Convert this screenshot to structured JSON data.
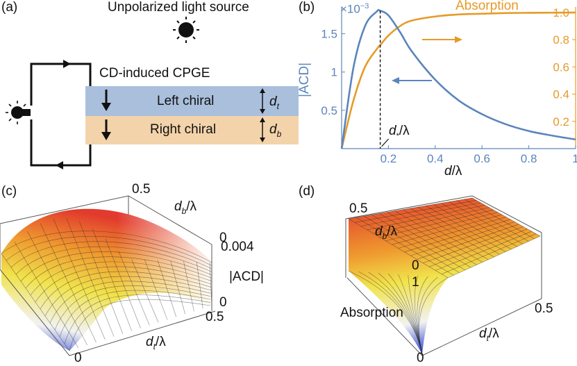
{
  "panels": {
    "a": {
      "tag": "(a)",
      "light_source": "Unpolarized light source",
      "cpge_label": "CD-induced CPGE",
      "layer_top": "Left chiral",
      "layer_bottom": "Right chiral",
      "dt_label": "d",
      "dt_sub": "t",
      "db_label": "d",
      "db_sub": "b",
      "colors": {
        "top_layer": "#a9bfdc",
        "bottom_layer": "#f3d3aa"
      }
    },
    "b": {
      "tag": "(b)",
      "left_axis_label": "|ACD|",
      "left_axis_multiplier": "×10",
      "left_axis_exponent": "−3",
      "right_axis_label": "Absorption",
      "xlabel_d": "d",
      "xlabel_lambda": "/λ",
      "annotation_d": "d",
      "annotation_sub": "*",
      "annotation_lambda": "/λ",
      "x_ticks": [
        "0.2",
        "0.4",
        "0.6",
        "0.8",
        "1"
      ],
      "left_ticks": [
        "0.5",
        "1",
        "1.5"
      ],
      "right_ticks": [
        "0.2",
        "0.4",
        "0.6",
        "0.8",
        "1.0"
      ],
      "colors": {
        "acd": "#5b85bb",
        "absorption": "#e59b28"
      }
    },
    "c": {
      "tag": "(c)",
      "axis_db": "d",
      "axis_db_sub": "b",
      "axis_dt": "d",
      "axis_dt_sub": "t",
      "axis_lambda": "/λ",
      "z_label": "|ACD|",
      "tick_db_max": "0.5",
      "tick_db_zero": "0",
      "tick_z_max": "0.004",
      "tick_z_zero": "0",
      "tick_dt_max": "0.5",
      "tick_dt_zero": "0"
    },
    "d": {
      "tag": "(d)",
      "axis_db": "d",
      "axis_db_sub": "b",
      "axis_dt": "d",
      "axis_dt_sub": "t",
      "axis_lambda": "/λ",
      "z_label": "Absorption",
      "tick_db_max": "0.5",
      "tick_db_zero": "0",
      "tick_z_one": "1",
      "tick_dt_max": "0.5",
      "tick_dt_zero": "0"
    }
  },
  "chart_data": {
    "type": "line",
    "x": [
      0,
      0.05,
      0.1,
      0.15,
      0.165,
      0.2,
      0.25,
      0.3,
      0.4,
      0.5,
      0.6,
      0.7,
      0.8,
      0.9,
      1.0
    ],
    "series": [
      {
        "name": "|ACD|",
        "axis": "left",
        "values": [
          0.0,
          1.05,
          1.6,
          1.79,
          1.8,
          1.74,
          1.52,
          1.27,
          0.9,
          0.63,
          0.45,
          0.32,
          0.23,
          0.17,
          0.12
        ]
      },
      {
        "name": "Absorption",
        "axis": "right",
        "values": [
          0.0,
          0.35,
          0.6,
          0.73,
          0.76,
          0.83,
          0.9,
          0.94,
          0.97,
          0.985,
          0.99,
          0.995,
          0.997,
          0.998,
          0.999
        ]
      }
    ],
    "xlabel": "d/λ",
    "ylabel_left": "|ACD|",
    "ylabel_right": "Absorption",
    "xlim": [
      0,
      1
    ],
    "ylim_left": [
      0,
      1.85
    ],
    "ylim_right": [
      0,
      1.04
    ],
    "marker_x": 0.165,
    "marker_label": "d*/λ"
  }
}
